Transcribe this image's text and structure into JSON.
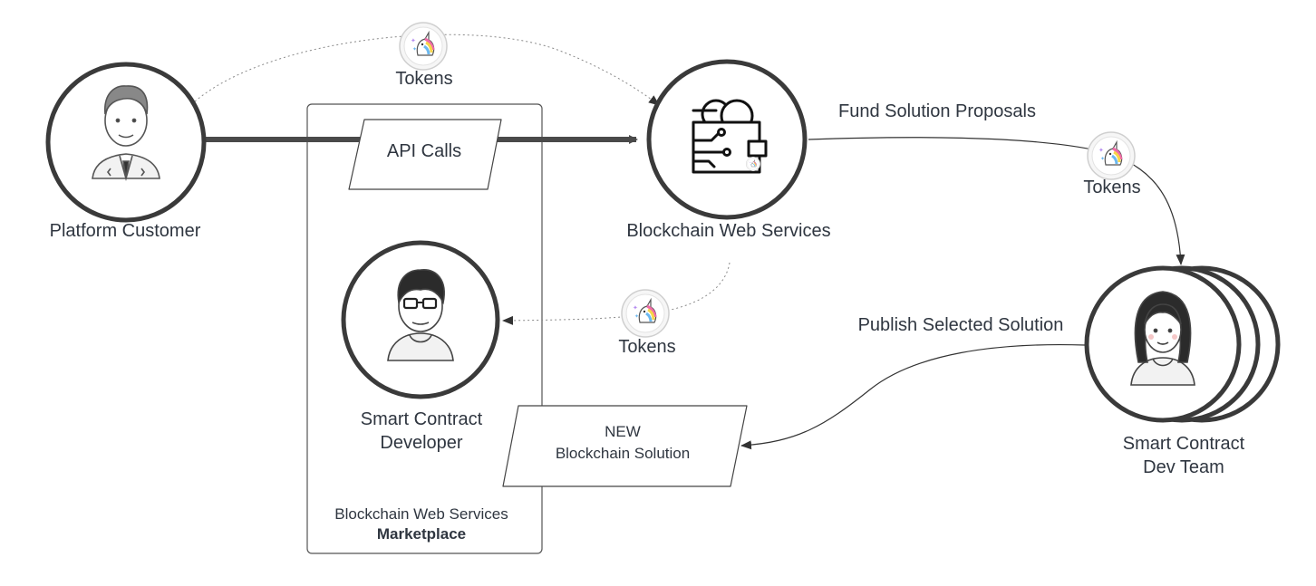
{
  "nodes": {
    "platform_customer": "Platform Customer",
    "blockchain_web_services": "Blockchain Web Services",
    "smart_contract_developer": [
      "Smart Contract",
      "Developer"
    ],
    "smart_contract_dev_team": [
      "Smart Contract",
      "Dev Team"
    ]
  },
  "marketplace": {
    "line1": "Blockchain Web Services",
    "line2": "Marketplace"
  },
  "boxes": {
    "api_calls": "API Calls",
    "new_solution": [
      "NEW",
      "Blockchain Solution"
    ]
  },
  "edge_labels": {
    "fund_solution_proposals": "Fund Solution Proposals",
    "publish_selected_solution": "Publish Selected Solution"
  },
  "token_labels": [
    "Tokens",
    "Tokens",
    "Tokens"
  ],
  "colors": {
    "stroke": "#333333",
    "text": "#2f3640",
    "token_pink": "#f06aa8",
    "token_yellow": "#f7d54a",
    "token_blue": "#6bb8f0",
    "token_purple": "#b58cf0"
  },
  "icons": [
    "businessman-avatar-icon",
    "wallet-icon",
    "developer-avatar-icon",
    "female-developer-avatar-icon",
    "unicorn-token-icon"
  ]
}
